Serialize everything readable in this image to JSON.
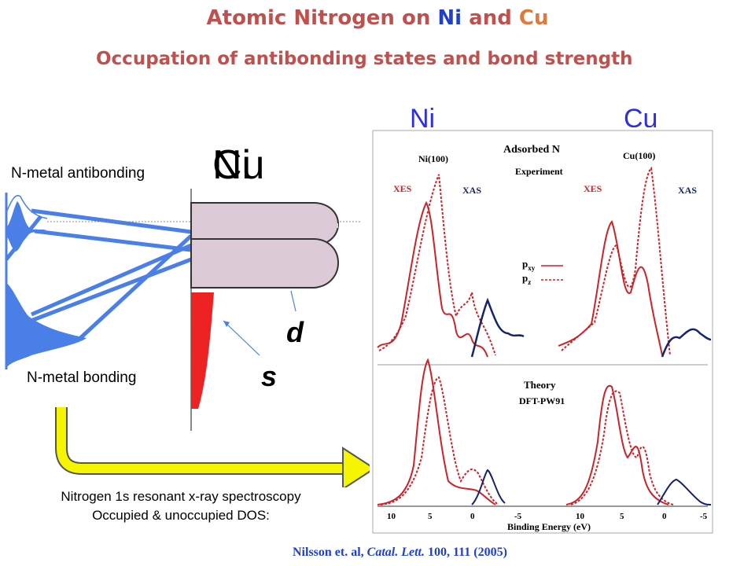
{
  "title": {
    "prefix": "Atomic Nitrogen on ",
    "ni": "Ni",
    "and": " and ",
    "cu": "Cu"
  },
  "subtitle": "Occupation of antibonding states and bond strength",
  "headers": {
    "ni": "Ni",
    "cu": "Cu"
  },
  "diagram": {
    "antibonding_label": "N-metal antibonding",
    "bonding_label": "N-metal bonding",
    "overlay_text_1": "Ni",
    "overlay_text_2": "Cu",
    "d_label": "d",
    "s_label": "s"
  },
  "caption": {
    "line1": "Nitrogen 1s resonant x-ray spectroscopy",
    "line2": "Occupied & unoccupied DOS:"
  },
  "citation": {
    "authors": "Nilsson et. al, ",
    "journal": "Catal. Lett.",
    "ref": " 100, 111 (2005)"
  },
  "figure": {
    "header": "Adsorbed N",
    "experiment": "Experiment",
    "ni_surface": "Ni(100)",
    "cu_surface": "Cu(100)",
    "xes": "XES",
    "xas": "XAS",
    "pxy": "p",
    "pxy_sub": "xy",
    "pz": "p",
    "pz_sub": "z",
    "theory": "Theory",
    "method": "DFT-PW91",
    "xlabel": "Binding Energy (eV)",
    "ticks": [
      "10",
      "5",
      "0",
      "-5"
    ]
  },
  "colors": {
    "red": "#cc2229",
    "navy": "#16236e",
    "blue": "#4a7fe8",
    "title_red": "#c0504d",
    "accent_blue": "#1f3fd0"
  }
}
